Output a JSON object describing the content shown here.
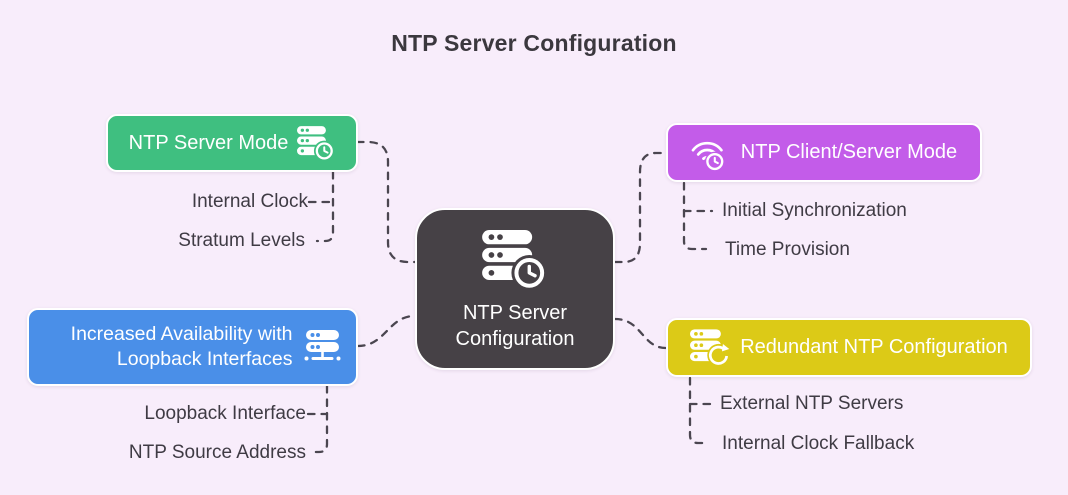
{
  "title": "NTP Server Configuration",
  "colors": {
    "background": "#F8EDFB",
    "center_node": "#464146",
    "green": "#3FBF80",
    "purple": "#C35CE9",
    "blue": "#4A8FE8",
    "yellow": "#DCCA17",
    "connector": "#4B4650",
    "label_text": "#3F3B44",
    "node_text": "#FFFFFF"
  },
  "center": {
    "line1": "NTP Server",
    "line2": "Configuration",
    "icon": "server-clock-icon"
  },
  "branches": [
    {
      "id": "ntp-server-mode",
      "label": "NTP Server Mode",
      "color": "#3FBF80",
      "icon": "server-clock-icon",
      "children": [
        "Internal Clock",
        "Stratum Levels"
      ]
    },
    {
      "id": "ntp-client-server-mode",
      "label": "NTP Client/Server Mode",
      "color": "#C35CE9",
      "icon": "wifi-clock-icon",
      "children": [
        "Initial Synchronization",
        "Time Provision"
      ]
    },
    {
      "id": "increased-availability-loopback",
      "label": "Increased Availability with Loopback Interfaces",
      "color": "#4A8FE8",
      "icon": "server-network-icon",
      "children": [
        "Loopback Interface",
        "NTP Source Address"
      ]
    },
    {
      "id": "redundant-ntp-configuration",
      "label": "Redundant NTP Configuration",
      "color": "#DCCA17",
      "icon": "server-refresh-icon",
      "children": [
        "External NTP Servers",
        "Internal Clock Fallback"
      ]
    }
  ]
}
